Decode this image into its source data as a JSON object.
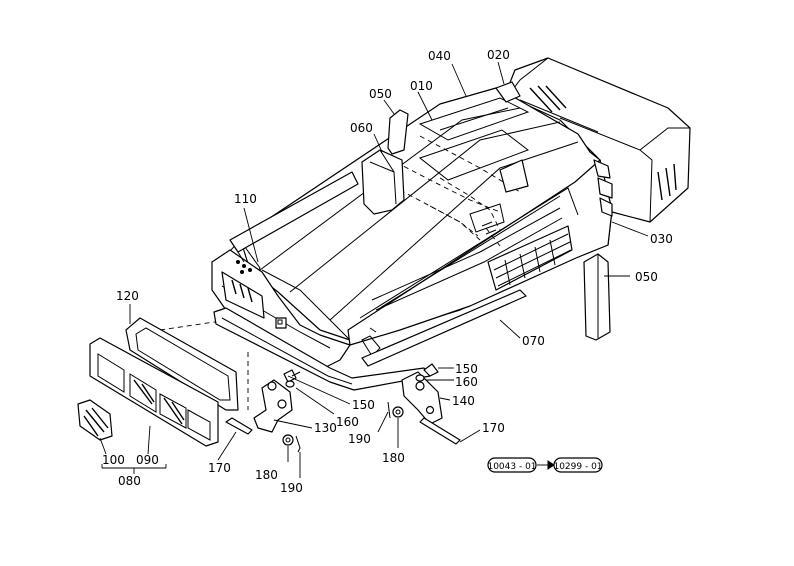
{
  "diagram": {
    "callouts": {
      "c010": "010",
      "c020": "020",
      "c030": "030",
      "c040": "040",
      "c050a": "050",
      "c050b": "050",
      "c060": "060",
      "c070": "070",
      "c080": "080",
      "c090": "090",
      "c100": "100",
      "c110": "110",
      "c120": "120",
      "c130": "130",
      "c140": "140",
      "c150a": "150",
      "c150b": "150",
      "c160a": "160",
      "c160b": "160",
      "c170a": "170",
      "c170b": "170",
      "c180a": "180",
      "c180b": "180",
      "c190a": "190",
      "c190b": "190"
    },
    "serial_range": {
      "from": "10043 - 01",
      "to": "10299 - 01"
    }
  }
}
